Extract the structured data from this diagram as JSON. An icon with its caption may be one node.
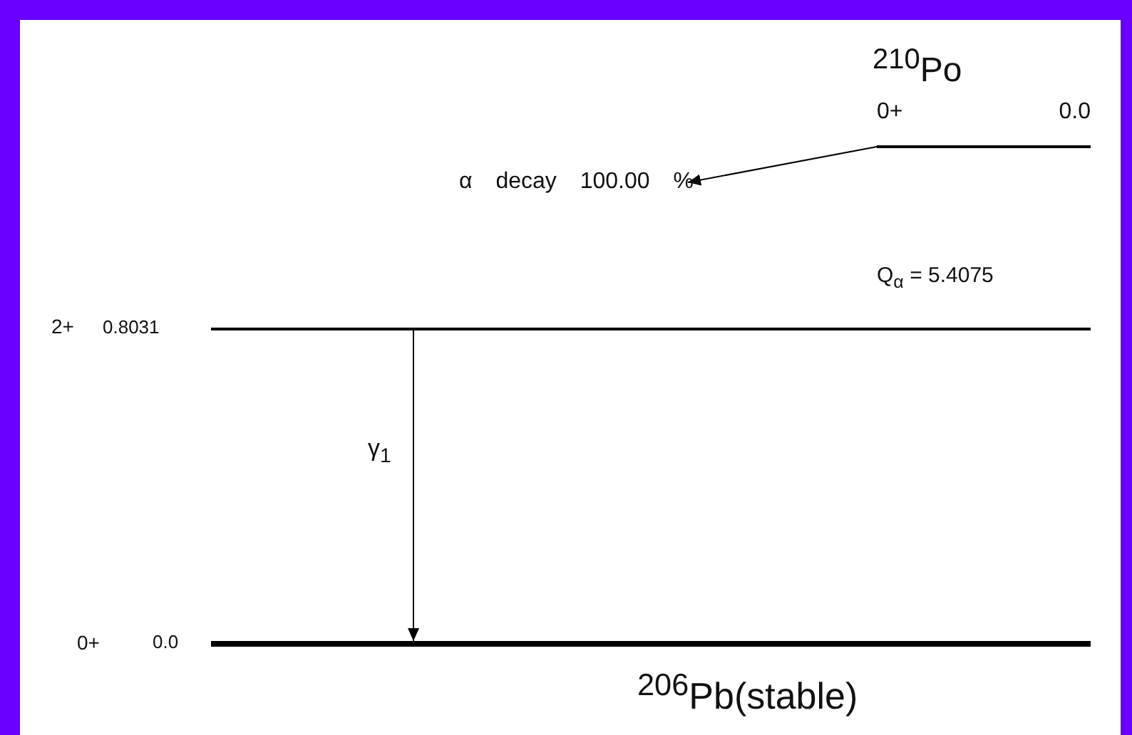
{
  "diagram": {
    "nodes": [
      {
        "text": [
          "$^{210}$Po",
          "0+",
          "0.0"
        ]
      },
      {
        "text": [
          "2+",
          "0.8031"
        ]
      },
      {
        "text": [
          "0+",
          "0.0",
          "$^{206}$Pb(stable)"
        ]
      },
      {
        "text": [
          "α decay 100.00 %"
        ]
      }
    ],
    "edges": [
      {
        "from": 0,
        "to": 3,
        "arrow": "to"
      },
      {
        "from": 1,
        "to": 2,
        "arrow": "to",
        "label": "γ$_{1}$"
      }
    ],
    "labels": [
      "Q$_{α}$ = 5.4075"
    ]
  }
}
